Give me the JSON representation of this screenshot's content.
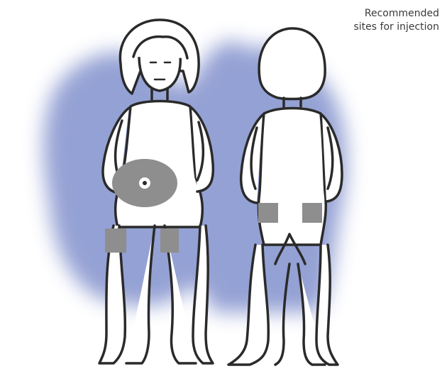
{
  "caption": {
    "line1": "Recommended",
    "line2": "sites for injection"
  },
  "colors": {
    "background_glow": "#8f9cd2",
    "outline": "#2a2a2a",
    "site_fill": "#8e8e8e",
    "skin": "#ffffff"
  },
  "figures": [
    {
      "view": "front",
      "injection_sites": [
        "abdomen",
        "left-thigh",
        "right-thigh"
      ]
    },
    {
      "view": "back",
      "injection_sites": [
        "left-buttock",
        "right-buttock"
      ]
    }
  ]
}
